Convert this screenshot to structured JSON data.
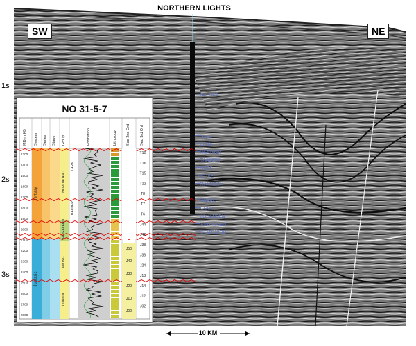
{
  "header": {
    "title": "NORTHERN LIGHTS"
  },
  "section": {
    "left_label": "SW",
    "right_label": "NE"
  },
  "time_axis": {
    "ticks": [
      "1s",
      "2s",
      "3s"
    ]
  },
  "scale_bar": {
    "label": "10 KM"
  },
  "well_panel": {
    "title": "NO 31-5-7",
    "columns": [
      "MD-m KB",
      "System",
      "Series",
      "Stage",
      "Group",
      "Formation",
      "Lithology",
      "Seq 2nd Ord",
      "Seq 3rd Ord"
    ],
    "systems": [
      "Tertiary",
      "Jurassic"
    ],
    "groups": [
      "HORDALAND",
      "ROGALAND",
      "VIKING",
      "DUNLIN"
    ],
    "formations": [
      "LARK",
      "BALDER"
    ],
    "depth_ticks": [
      "1300",
      "1400",
      "1500",
      "1600",
      "1700",
      "1800",
      "1900",
      "2000",
      "2100",
      "2200",
      "2300",
      "2400",
      "2500",
      "2600",
      "2700",
      "2800"
    ],
    "seq_3rd": [
      "T10",
      "T16",
      "T15",
      "T12",
      "T8",
      "T7",
      "T6",
      "J44",
      "J42",
      "J38",
      "J36",
      "J24",
      "J18",
      "J14",
      "J12",
      "J02"
    ],
    "seq_2nd": [
      "J50",
      "J40",
      "J30",
      "J20",
      "J10",
      "J00"
    ]
  },
  "well_tops": [
    "BALDER",
    "SELE",
    "LISTA",
    "HEATHER",
    "TARBERT",
    "NESS",
    "ETIVE",
    "RANNOCH",
    "DRAKE",
    "COOK",
    "JOHANSEN",
    "AMUNDSEN",
    "STATFJORD"
  ],
  "colors": {
    "tertiary": "#f4a33a",
    "jurassic": "#3aaed8",
    "horizon": "#e00000",
    "well": "#0a0a0a",
    "top_label": "#5a6fc8"
  }
}
